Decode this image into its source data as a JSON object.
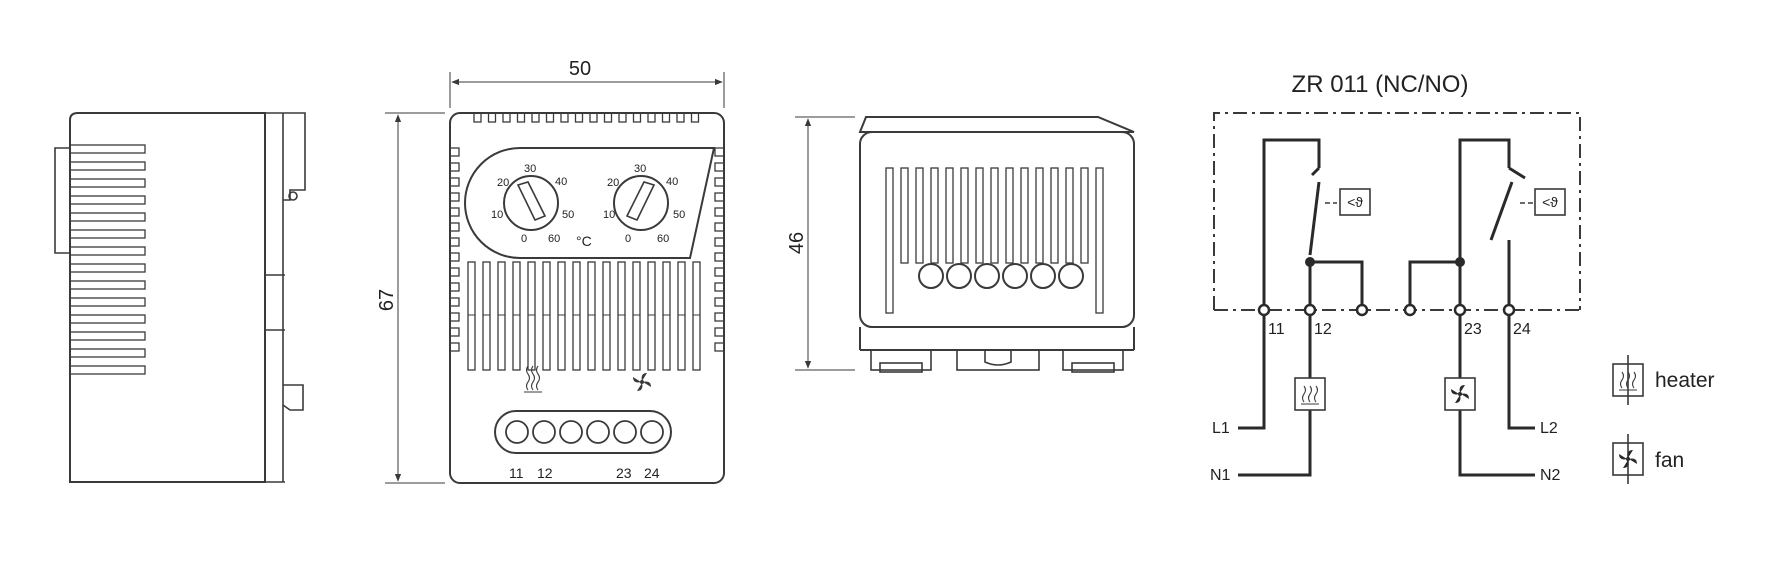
{
  "dimensions": {
    "width": "50",
    "height": "67",
    "depth": "46"
  },
  "dial_left": {
    "scale": [
      "0",
      "10",
      "20",
      "30",
      "40",
      "50",
      "60"
    ]
  },
  "dial_right": {
    "scale": [
      "0",
      "10",
      "20",
      "30",
      "40",
      "50",
      "60"
    ]
  },
  "unit_label": "°C",
  "front_terminal_labels": [
    "11",
    "12",
    "23",
    "24"
  ],
  "schematic": {
    "title": "ZR 011 (NC/NO)",
    "terminals": [
      "11",
      "12",
      "23",
      "24"
    ],
    "lines": {
      "l1": "L1",
      "l2": "L2",
      "n1": "N1",
      "n2": "N2"
    },
    "thermostat_symbol": "<ϑ"
  },
  "legend": [
    {
      "icon": "heater-icon",
      "label": "heater"
    },
    {
      "icon": "fan-icon",
      "label": "fan"
    }
  ],
  "colors": {
    "line": "#3a3a3a",
    "background": "#ffffff"
  }
}
